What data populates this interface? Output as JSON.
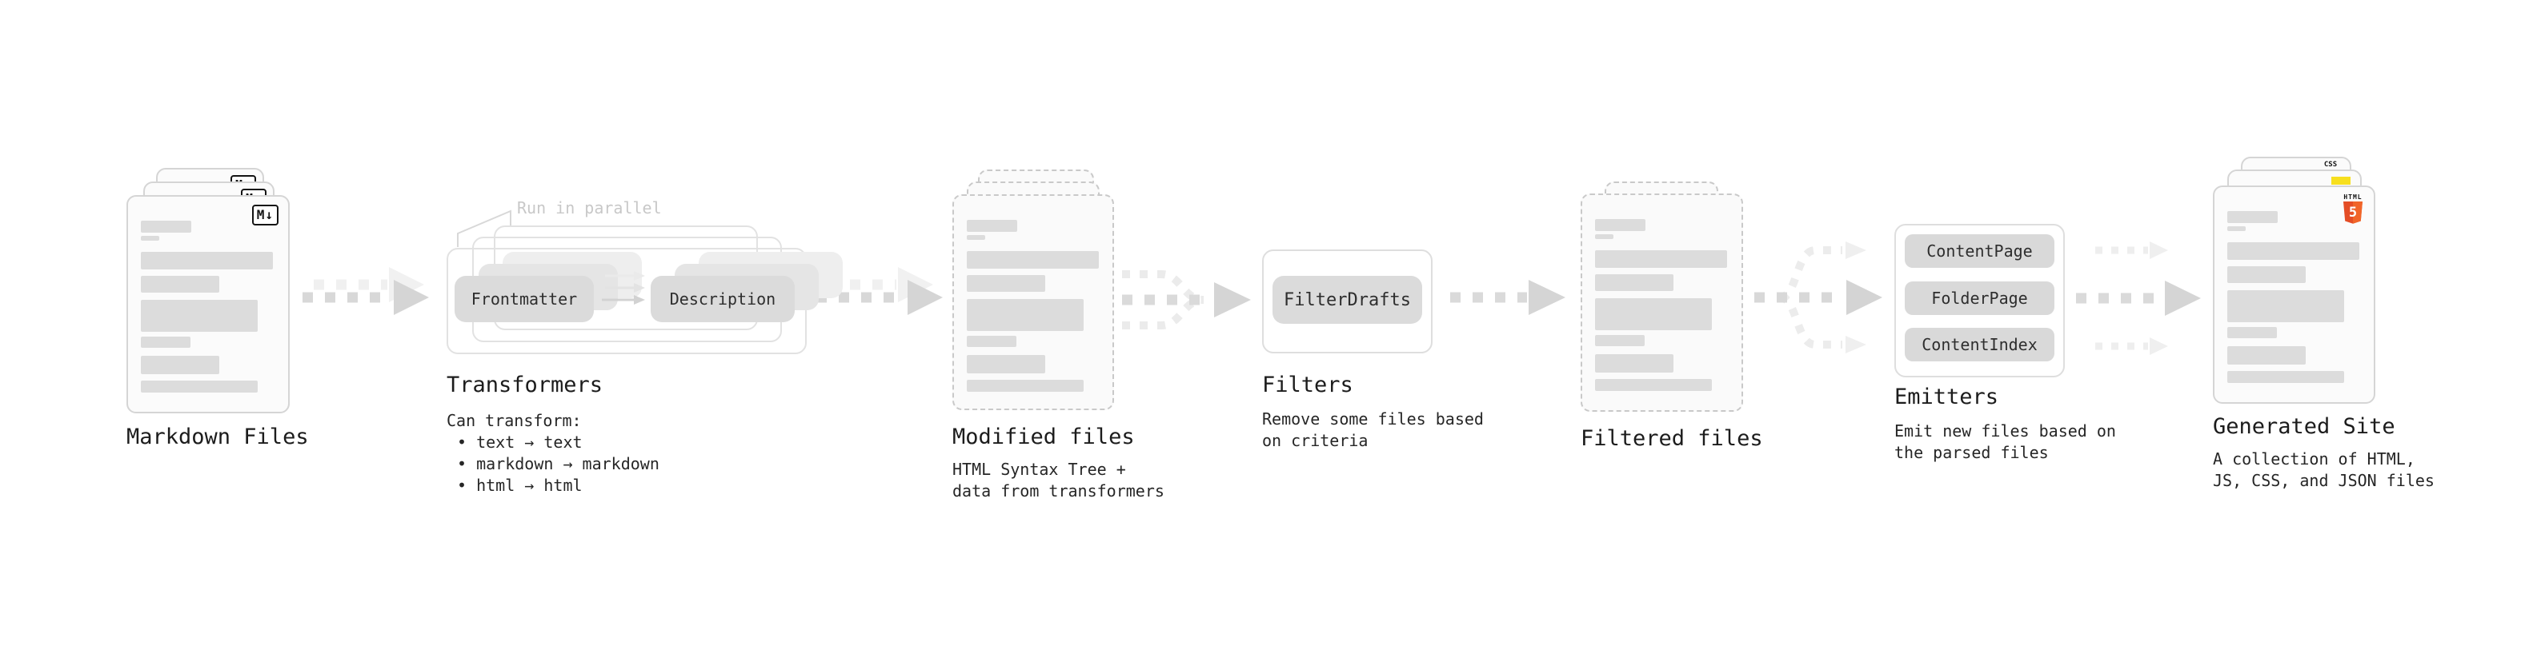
{
  "markdown": {
    "label": "Markdown Files",
    "badge": "M↓"
  },
  "transformers": {
    "label": "Transformers",
    "annotation": "Run in parallel",
    "boxes": [
      "Frontmatter",
      "Description"
    ],
    "sub_title": "Can transform:",
    "bullets": [
      "• text → text",
      "• markdown → markdown",
      "• html → html"
    ]
  },
  "modified": {
    "label": "Modified files",
    "sub_lines": [
      "HTML Syntax Tree +",
      "data from transformers"
    ]
  },
  "filters": {
    "label": "Filters",
    "boxes": [
      "FilterDrafts"
    ],
    "sub_lines": [
      "Remove some files based",
      "on criteria"
    ]
  },
  "filtered": {
    "label": "Filtered files"
  },
  "emitters": {
    "label": "Emitters",
    "boxes": [
      "ContentPage",
      "FolderPage",
      "ContentIndex"
    ],
    "sub_lines": [
      "Emit new files based on",
      "the parsed files"
    ]
  },
  "site": {
    "label": "Generated Site",
    "sub_lines": [
      "A collection of HTML,",
      "JS, CSS, and JSON files"
    ],
    "badges": {
      "css": "CSS",
      "html": "HTML",
      "html_number": "5"
    }
  },
  "colors": {
    "html5_orange": "#e44d26",
    "html5_orange_light": "#f16529",
    "js_yellow": "#f7df1e",
    "css_blue": "#2965f1"
  }
}
